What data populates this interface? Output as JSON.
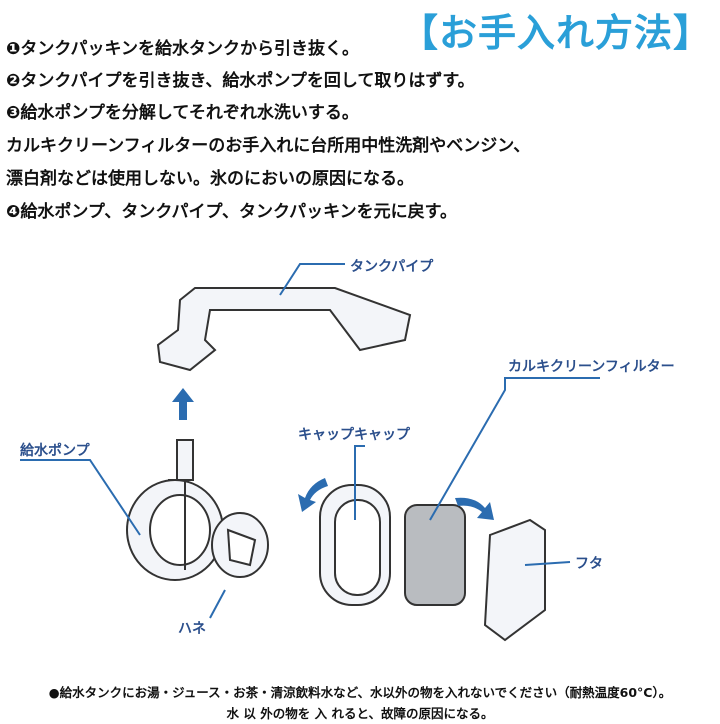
{
  "title": "【お手入れ方法】",
  "steps": [
    "❶タンクパッキンを給水タンクから引き抜く。",
    "❷タンクパイプを引き抜き、給水ポンプを回して取りはずす。",
    "❸給水ポンプを分解してそれぞれ水洗いする。",
    "カルキクリーンフィルターのお手入れに台所用中性洗剤やベンジン、",
    "漂白剤などは使用しない。氷のにおいの原因になる。",
    "❹給水ポンプ、タンクパイプ、タンクパッキンを元に戻す。"
  ],
  "labels": {
    "tank_pipe": "タンクパイプ",
    "filter": "カルキクリーンフィルター",
    "cap": "キャップキャップ",
    "pump": "給水ポンプ",
    "lid": "フタ",
    "impeller": "ハネ"
  },
  "footer": [
    "●給水タンクにお湯・ジュース・お茶・清涼飲料水など、水以外の物を入れないでください（耐熱温度60°C）。",
    "水 以 外の物を 入 れると、故障の原因になる。"
  ]
}
